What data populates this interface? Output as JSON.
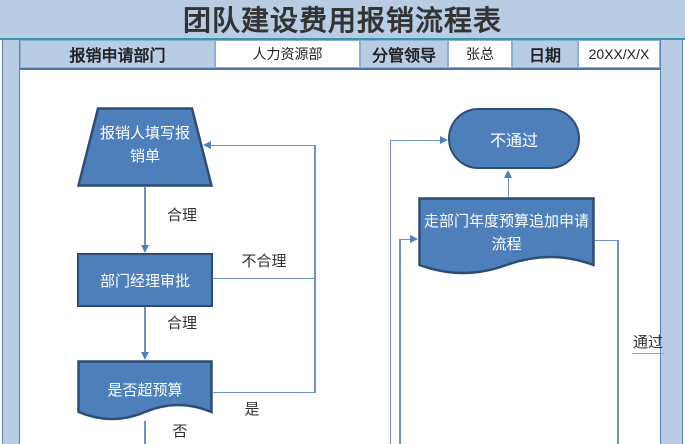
{
  "window": {
    "title": "团队建设费用报销流程表"
  },
  "header": {
    "cells": [
      {
        "label": "报销申请部门",
        "value": "人力资源部"
      },
      {
        "label": "分管领导",
        "value": "张总"
      },
      {
        "label": "日期",
        "value": "20XX/X/X"
      }
    ]
  },
  "flowchart": {
    "nodes": {
      "fill_form": "报销人填写报销单",
      "manager_review": "部门经理审批",
      "over_budget": "是否超预算",
      "not_pass": "不通过",
      "budget_process": "走部门年度预算追加申请流程"
    },
    "edge_labels": {
      "reasonable_1": "合理",
      "reasonable_2": "合理",
      "unreasonable": "不合理",
      "yes": "是",
      "no": "否",
      "pass": "通过"
    }
  },
  "colors": {
    "band_blue": "#b8cce4",
    "shape_fill": "#4d7fba",
    "shape_border": "#2d4d73",
    "connector": "#6d93c5",
    "teal_rule": "#3a96ad",
    "title_text": "#333333"
  }
}
